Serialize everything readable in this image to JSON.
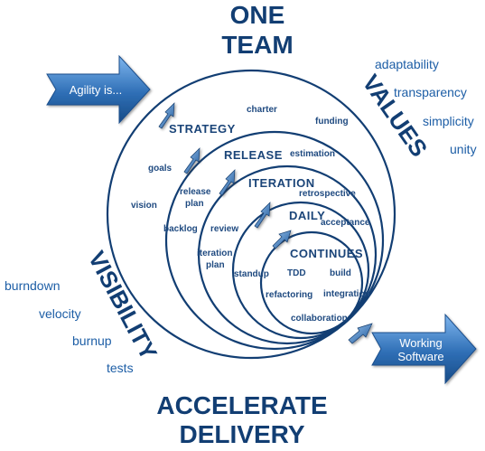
{
  "title_top": [
    "ONE",
    "TEAM"
  ],
  "title_bottom": [
    "ACCELERATE",
    "DELIVERY"
  ],
  "values": {
    "heading": "VALUES",
    "items": [
      "adaptability",
      "transparency",
      "simplicity",
      "unity"
    ]
  },
  "visibility": {
    "heading": "VISIBILITY",
    "items": [
      "burndown",
      "velocity",
      "burnup",
      "tests"
    ]
  },
  "agility_arrow": "Agility is...",
  "output_arrow": [
    "Working",
    "Software"
  ],
  "levels": {
    "strategy": "STRATEGY",
    "release": "RELEASE",
    "iteration": "ITERATION",
    "daily": "DAILY",
    "continues": "CONTINUES"
  },
  "activities": {
    "charter": "charter",
    "funding": "funding",
    "goals": "goals",
    "vision": "vision",
    "estimation": "estimation",
    "release_plan": [
      "release",
      "plan"
    ],
    "backlog": "backlog",
    "retrospective": "retrospective",
    "review": "review",
    "acceptance": "acceptance",
    "iteration_plan": [
      "iteration",
      "plan"
    ],
    "standup": "standup",
    "tdd": "TDD",
    "build": "build",
    "refactoring": "refactoring",
    "integration": "integration",
    "collaboration": "collaboration"
  },
  "colors": {
    "primary": "#123e73",
    "accent": "#1d5ea6",
    "arrow_light": "#6aa8e6",
    "arrow_dark": "#1a4f8f"
  }
}
